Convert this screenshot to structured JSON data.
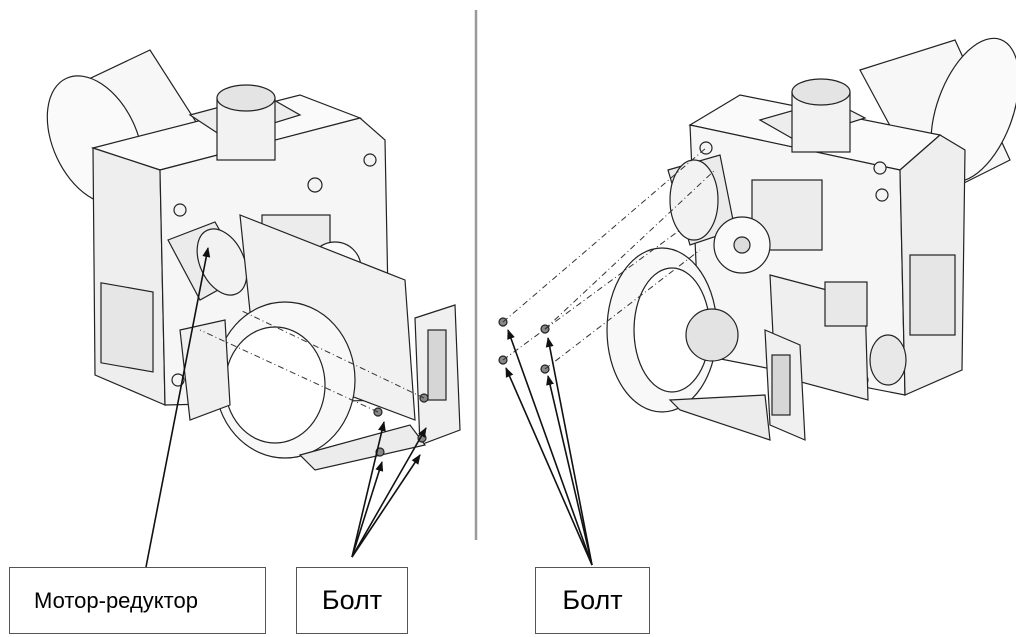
{
  "labels": {
    "motor": "Мотор-редуктор",
    "bolt_left": "Болт",
    "bolt_right": "Болт"
  },
  "colors": {
    "line": "#111111",
    "divider": "#9a9a9a",
    "body_fill": "#f4f4f4",
    "shade_fill": "#e2e2e2",
    "dark_fill": "#c8c8c8"
  }
}
